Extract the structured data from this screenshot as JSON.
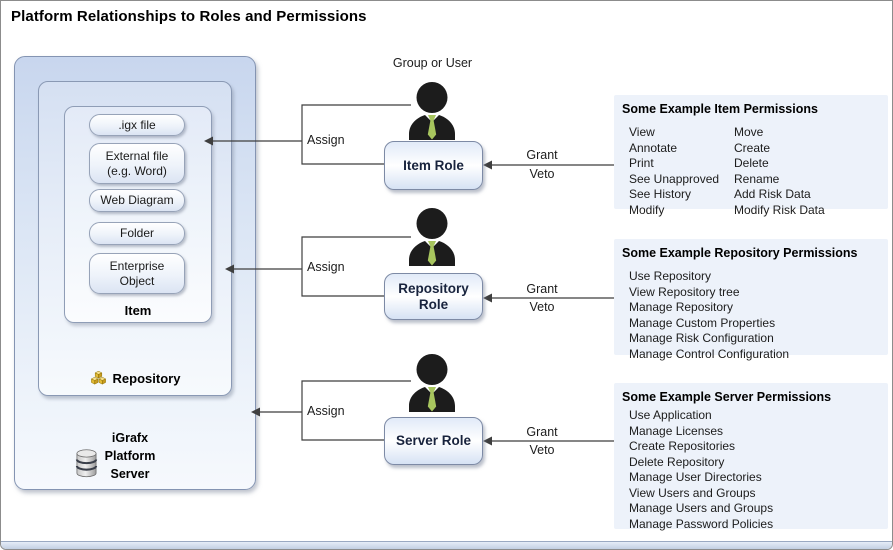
{
  "title": "Platform Relationships to Roles and Permissions",
  "group_or_user_label": "Group or User",
  "server": {
    "label_lines": [
      "iGrafx",
      "Platform",
      "Server"
    ],
    "repository_label": "Repository",
    "item": {
      "label": "Item",
      "types": [
        ".igx file",
        "External file (e.g. Word)",
        "Web Diagram",
        "Folder",
        "Enterprise Object"
      ]
    }
  },
  "roles": [
    {
      "name": "Item Role",
      "assign_label": "Assign",
      "grant_label": "Grant",
      "veto_label": "Veto"
    },
    {
      "name": "Repository Role",
      "assign_label": "Assign",
      "grant_label": "Grant",
      "veto_label": "Veto"
    },
    {
      "name": "Server Role",
      "assign_label": "Assign",
      "grant_label": "Grant",
      "veto_label": "Veto"
    }
  ],
  "permissions": [
    {
      "title": "Some Example Item Permissions",
      "columns": [
        [
          "View",
          "Annotate",
          "Print",
          "See Unapproved",
          "See History",
          "Modify"
        ],
        [
          "Move",
          "Create",
          "Delete",
          "Rename",
          "Add Risk Data",
          "Modify Risk Data"
        ]
      ]
    },
    {
      "title": "Some Example Repository Permissions",
      "columns": [
        [
          "Use Repository",
          "View Repository tree",
          "Manage Repository",
          "Manage Custom Properties",
          "Manage Risk Configuration",
          "Manage Control Configuration"
        ]
      ]
    },
    {
      "title": "Some Example Server Permissions",
      "columns": [
        [
          "Use Application",
          "Manage Licenses",
          "Create Repositories",
          "Delete Repository",
          "Manage User Directories",
          "View Users and Groups",
          "Manage Users and Groups",
          "Manage Password Policies"
        ]
      ]
    }
  ],
  "icons": {
    "person": "person-silhouette-icon",
    "repository": "gold-cubes-icon",
    "server": "database-cylinder-icon"
  },
  "colors": {
    "container_fill_top": "#c8d6ee",
    "permission_box_fill": "#edf2fa",
    "connector_line": "#3f3f3f",
    "tie_green": "#a7c55e"
  }
}
